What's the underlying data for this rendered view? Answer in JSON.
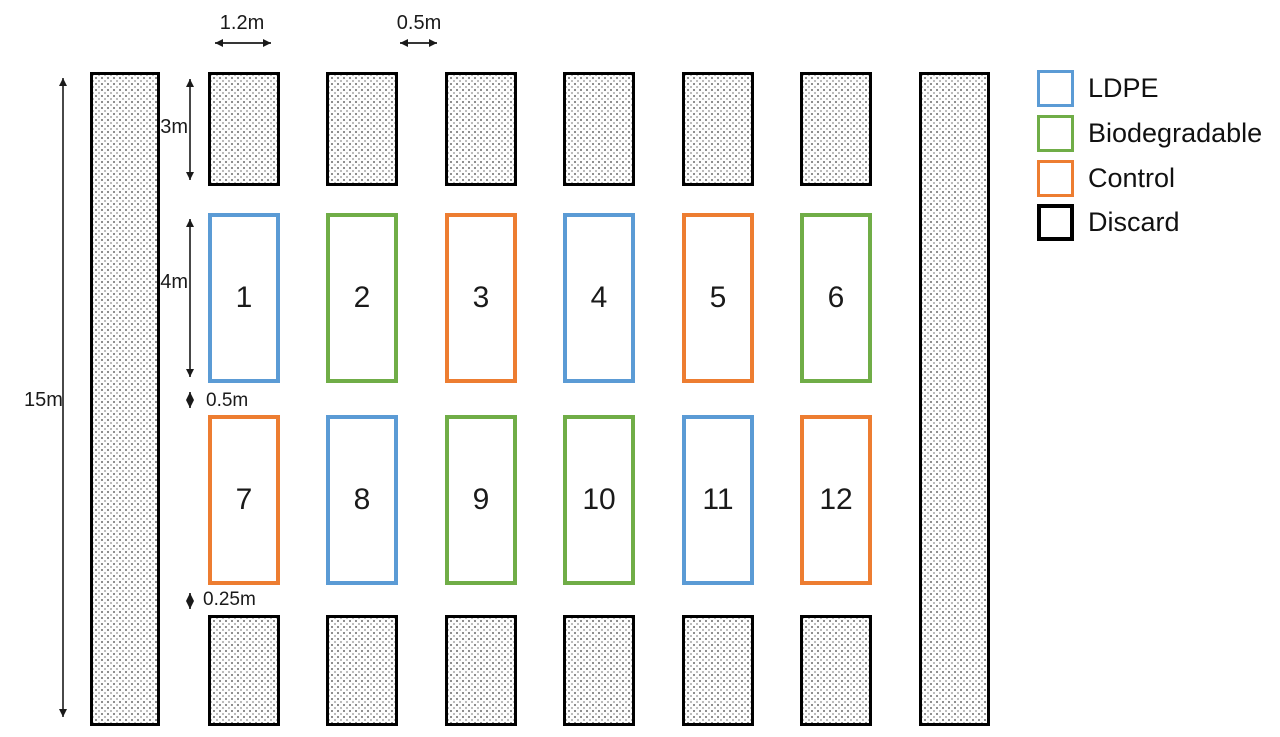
{
  "diagram": {
    "labels": {
      "plot_width": "1.2m",
      "column_gap": "0.5m",
      "field_length": "15m",
      "top_buffer": "3m",
      "plot_length": "4m",
      "row_gap": "0.5m",
      "bottom_gap": "0.25m"
    },
    "colors": {
      "ldpe": "#5B9BD5",
      "biodegradable": "#70AD47",
      "control": "#ED7D31",
      "discard": "#000000"
    },
    "plots": [
      {
        "number": "1",
        "treatment": "ldpe"
      },
      {
        "number": "2",
        "treatment": "biodegradable"
      },
      {
        "number": "3",
        "treatment": "control"
      },
      {
        "number": "4",
        "treatment": "ldpe"
      },
      {
        "number": "5",
        "treatment": "control"
      },
      {
        "number": "6",
        "treatment": "biodegradable"
      },
      {
        "number": "7",
        "treatment": "control"
      },
      {
        "number": "8",
        "treatment": "ldpe"
      },
      {
        "number": "9",
        "treatment": "biodegradable"
      },
      {
        "number": "10",
        "treatment": "biodegradable"
      },
      {
        "number": "11",
        "treatment": "ldpe"
      },
      {
        "number": "12",
        "treatment": "control"
      }
    ],
    "legend": {
      "items": [
        {
          "label": "LDPE",
          "treatment": "ldpe",
          "color": "#5B9BD5"
        },
        {
          "label": "Biodegradable",
          "treatment": "biodegradable",
          "color": "#70AD47"
        },
        {
          "label": "Control",
          "treatment": "control",
          "color": "#ED7D31"
        },
        {
          "label": "Discard",
          "treatment": "discard",
          "color": "#000000",
          "pattern": "dotted"
        }
      ]
    }
  }
}
